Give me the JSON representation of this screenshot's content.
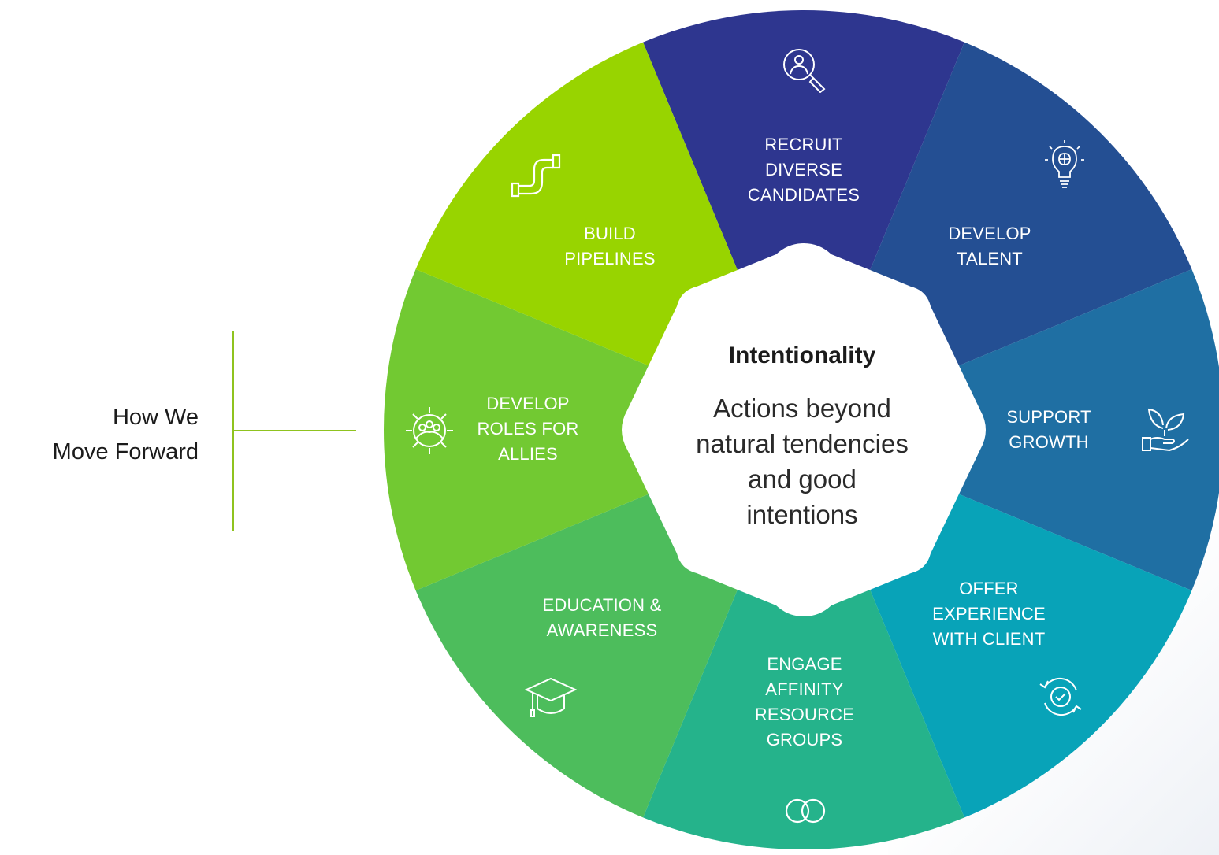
{
  "side_label": {
    "line1": "How We",
    "line2": "Move Forward"
  },
  "center": {
    "title": "Intentionality",
    "body_lines": [
      "Actions beyond",
      "natural tendencies",
      "and good",
      "intentions"
    ]
  },
  "segments": [
    {
      "lines": [
        "RECRUIT",
        "DIVERSE",
        "CANDIDATES"
      ],
      "icon": "magnifier-person-icon",
      "color": "#2e368f"
    },
    {
      "lines": [
        "DEVELOP",
        "TALENT"
      ],
      "icon": "lightbulb-brain-icon",
      "color": "#244f93"
    },
    {
      "lines": [
        "SUPPORT",
        "GROWTH"
      ],
      "icon": "hand-leaf-icon",
      "color": "#1f6fa3"
    },
    {
      "lines": [
        "OFFER",
        "EXPERIENCE",
        "WITH CLIENT"
      ],
      "icon": "refresh-check-icon",
      "color": "#08a3b8"
    },
    {
      "lines": [
        "ENGAGE",
        "AFFINITY",
        "RESOURCE",
        "GROUPS"
      ],
      "icon": "linked-rings-icon",
      "color": "#25b38b"
    },
    {
      "lines": [
        "EDUCATION &",
        "AWARENESS"
      ],
      "icon": "graduation-cap-icon",
      "color": "#4dbd5c"
    },
    {
      "lines": [
        "DEVELOP",
        "ROLES FOR",
        "ALLIES"
      ],
      "icon": "gear-people-icon",
      "color": "#72c932"
    },
    {
      "lines": [
        "BUILD",
        "PIPELINES"
      ],
      "icon": "pipe-icon",
      "color": "#98d400"
    }
  ],
  "accent_color": "#8fc31f"
}
